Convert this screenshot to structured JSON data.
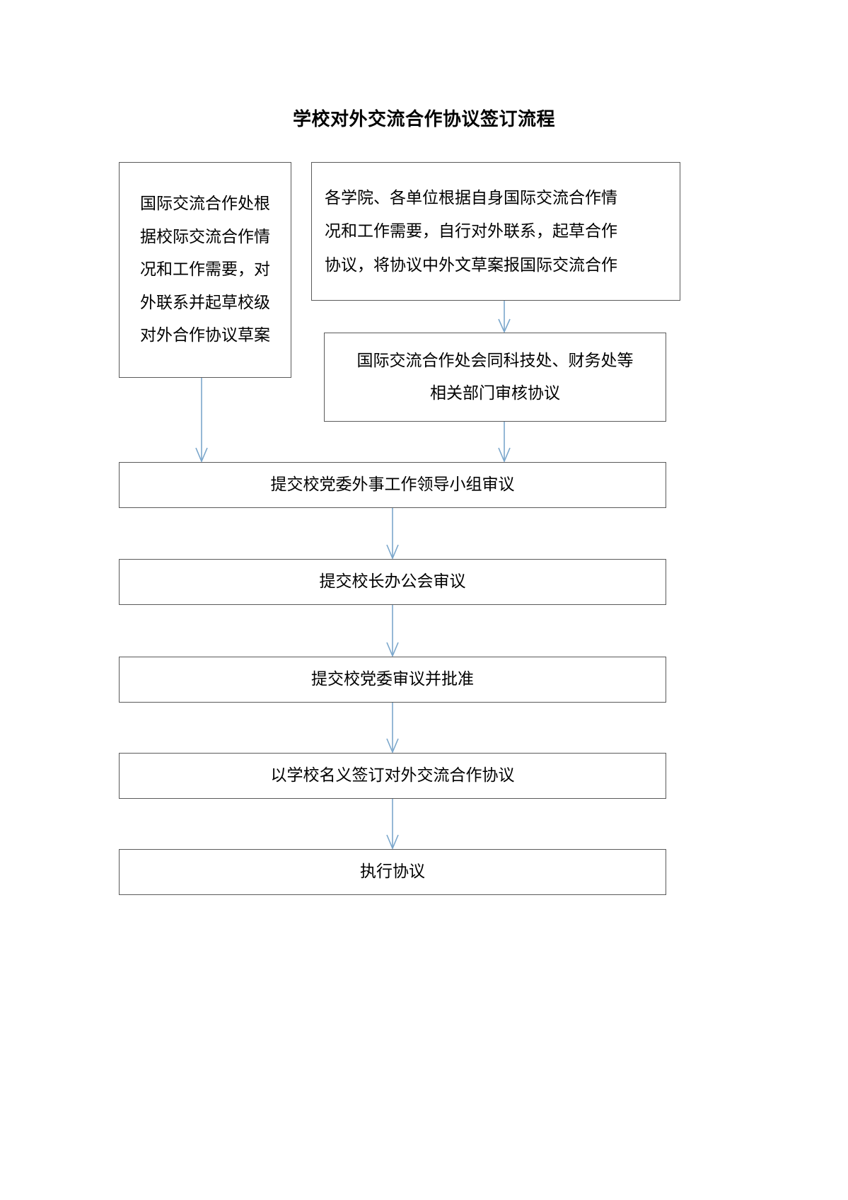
{
  "document": {
    "title": "学校对外交流合作协议签订流程"
  },
  "colors": {
    "arrow": "#7ba7cc",
    "box_border": "#5a5a5a",
    "text": "#000000",
    "page_background": "#ffffff"
  },
  "flowchart": {
    "type": "process-flow-diagram",
    "orientation": "top-to-bottom",
    "boxes": [
      {
        "id": "box-1",
        "lines": [
          "国际交流合作处根",
          "据校际交流合作情",
          "况和工作需要，对",
          "外联系并起草校级",
          "对外合作协议草案"
        ]
      },
      {
        "id": "box-2",
        "lines": [
          "各学院、各单位根据自身国际交流合作情",
          "况和工作需要，自行对外联系，起草合作",
          "协议，将协议中外文草案报国际交流合作"
        ]
      },
      {
        "id": "box-3",
        "lines": [
          "国际交流合作处会同科技处、财务处等",
          "相关部门审核协议"
        ]
      },
      {
        "id": "box-4",
        "lines": [
          "提交校党委外事工作领导小组审议"
        ]
      },
      {
        "id": "box-5",
        "lines": [
          "提交校长办公会审议"
        ]
      },
      {
        "id": "box-6",
        "lines": [
          "提交校党委审议并批准"
        ]
      },
      {
        "id": "box-7",
        "lines": [
          "以学校名义签订对外交流合作协议"
        ]
      },
      {
        "id": "box-8",
        "lines": [
          "执行协议"
        ]
      }
    ],
    "connections": [
      {
        "id": "arrow-1",
        "from": "box-1",
        "to": "box-4",
        "glyph": "down-arrow"
      },
      {
        "id": "arrow-2",
        "from": "box-2",
        "to": "box-3",
        "glyph": "down-arrow"
      },
      {
        "id": "arrow-3",
        "from": "box-3",
        "to": "box-4",
        "glyph": "down-arrow"
      },
      {
        "id": "arrow-4",
        "from": "box-4",
        "to": "box-5",
        "glyph": "down-arrow"
      },
      {
        "id": "arrow-5",
        "from": "box-5",
        "to": "box-6",
        "glyph": "down-arrow"
      },
      {
        "id": "arrow-6",
        "from": "box-6",
        "to": "box-7",
        "glyph": "down-arrow"
      },
      {
        "id": "arrow-7",
        "from": "box-7",
        "to": "box-8",
        "glyph": "down-arrow"
      }
    ]
  }
}
